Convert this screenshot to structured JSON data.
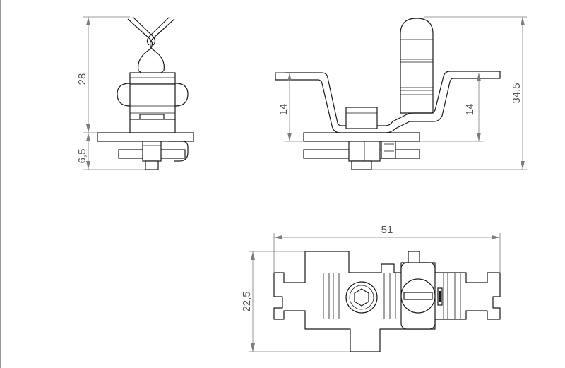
{
  "drawing": {
    "dimensions": {
      "left_height": "28",
      "left_base": "6,5",
      "front_left_height": "14",
      "front_right_height": "14",
      "front_total_height": "34,5",
      "top_width": "51",
      "top_height": "22,5"
    },
    "colors": {
      "outline": "#1a1a1a",
      "dimension": "#7d7d7d",
      "frame": "#9a9a9a"
    }
  }
}
